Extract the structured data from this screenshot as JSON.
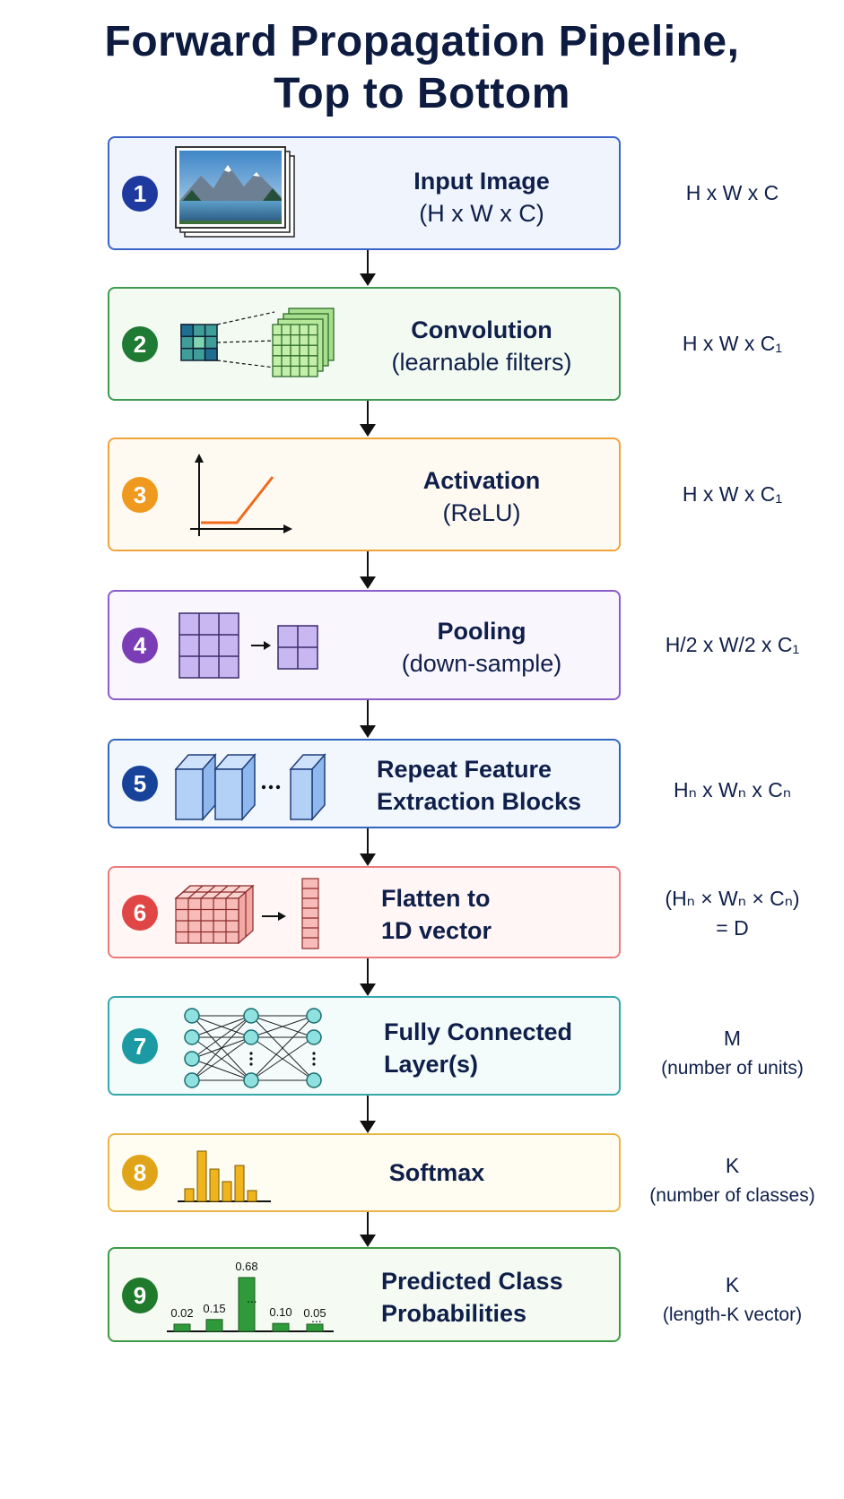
{
  "title": {
    "line1": "Forward Propagation Pipeline,",
    "line2": "Top to Bottom"
  },
  "stages": [
    {
      "number": "1",
      "label1": "Input Image",
      "label2": "(H x W x C)",
      "dim1": "H x W x C",
      "dim2": "",
      "color": "#1e3a9e",
      "border": "#3d63c9",
      "bg": "#f0f5fd"
    },
    {
      "number": "2",
      "label1": "Convolution",
      "label2": "(learnable filters)",
      "dim1": "H x W x C₁",
      "dim2": "",
      "color": "#1f7a33",
      "border": "#3e9b4f",
      "bg": "#f3faf2"
    },
    {
      "number": "3",
      "label1": "Activation",
      "label2": "(ReLU)",
      "dim1": "H x W x C₁",
      "dim2": "",
      "color": "#ef9a1f",
      "border": "#f0a33b",
      "bg": "#fefaf2"
    },
    {
      "number": "4",
      "label1": "Pooling",
      "label2": "(down-sample)",
      "dim1": "H/2 x W/2 x C₁",
      "dim2": "",
      "color": "#7b3db5",
      "border": "#8c5cc7",
      "bg": "#faf6fe"
    },
    {
      "number": "5",
      "label1": "Repeat Feature",
      "label2": "Extraction Blocks",
      "dim1": "Hₙ x Wₙ x Cₙ",
      "dim2": "",
      "color": "#17449a",
      "border": "#3466c0",
      "bg": "#f2f7fd"
    },
    {
      "number": "6",
      "label1": "Flatten to",
      "label2": "1D vector",
      "dim1": "(Hₙ × Wₙ × Cₙ)",
      "dim2": "= D",
      "color": "#e04646",
      "border": "#eb7c7c",
      "bg": "#fff6f5"
    },
    {
      "number": "7",
      "label1": "Fully Connected",
      "label2": "Layer(s)",
      "dim1": "M",
      "dim2": "(number of units)",
      "color": "#1b9aa3",
      "border": "#36a7ad",
      "bg": "#f3fbfb"
    },
    {
      "number": "8",
      "label1": "Softmax",
      "label2": "",
      "dim1": "K",
      "dim2": "(number of classes)",
      "color": "#e0a418",
      "border": "#eab54a",
      "bg": "#fffcf1"
    },
    {
      "number": "9",
      "label1": "Predicted Class",
      "label2": "Probabilities",
      "dim1": "K",
      "dim2": "(length-K vector)",
      "color": "#1f7a2c",
      "border": "#3d9a45",
      "bg": "#f5fbf3"
    }
  ],
  "probabilities": [
    "0.02",
    "0.15",
    "0.68",
    "0.10",
    "0.05"
  ],
  "probability_values": [
    0.02,
    0.15,
    0.68,
    0.1,
    0.05
  ],
  "icons": [
    "landscape-photo-icon",
    "convolution-filter-icon",
    "relu-graph-icon",
    "pooling-grid-icon",
    "feature-blocks-icon",
    "flatten-cube-icon",
    "neural-network-icon",
    "histogram-icon",
    "probability-bars-icon"
  ]
}
